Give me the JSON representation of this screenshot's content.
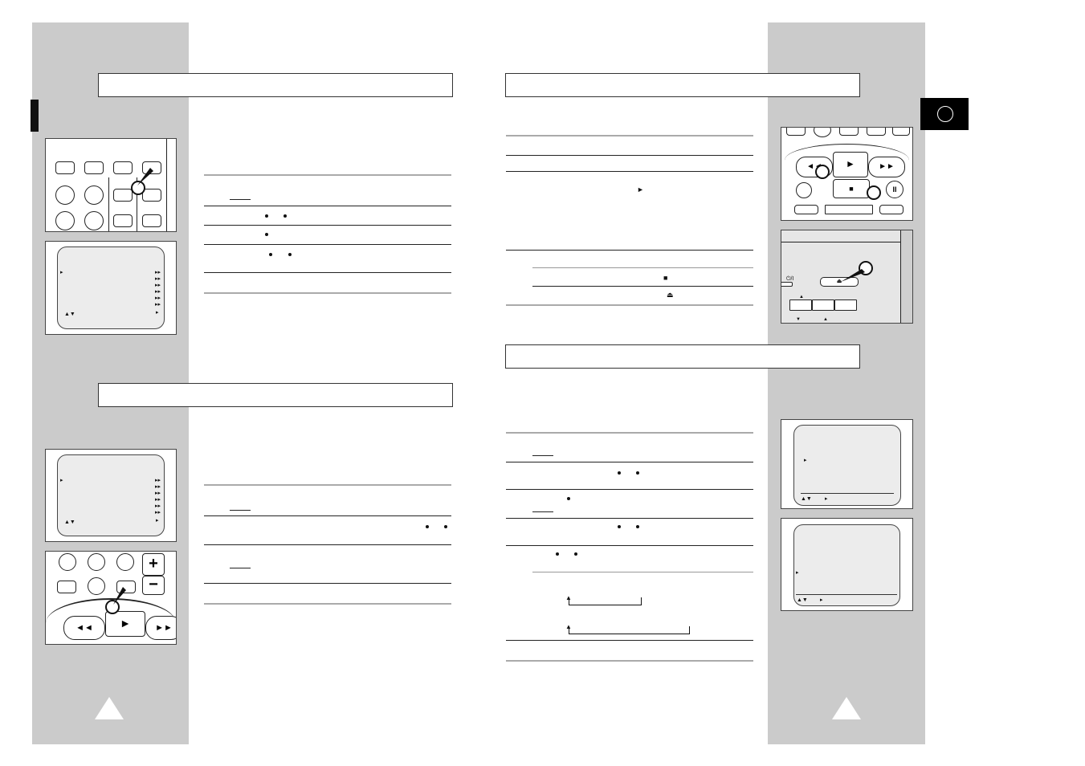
{
  "page": {
    "language_tab_label": "",
    "sections": [
      {
        "id": "top-left",
        "title": ""
      },
      {
        "id": "bottom-left",
        "title": ""
      },
      {
        "id": "top-right",
        "title": ""
      },
      {
        "id": "bottom-right",
        "title": ""
      }
    ]
  },
  "symbols": {
    "menu_arrows": "▸▸",
    "menu_single": "▸",
    "updown": "▲▼",
    "play": "►",
    "stop": "■",
    "eject": "⏏",
    "power": "⏻/I",
    "fast_forward": "►►",
    "rewind": "◄◄",
    "pause": "II",
    "plus": "+",
    "minus": "−"
  },
  "colors": {
    "panel_gray": "#cbcbcb",
    "rule_gray": "#aaaaaa",
    "tab_black": "#000000"
  }
}
